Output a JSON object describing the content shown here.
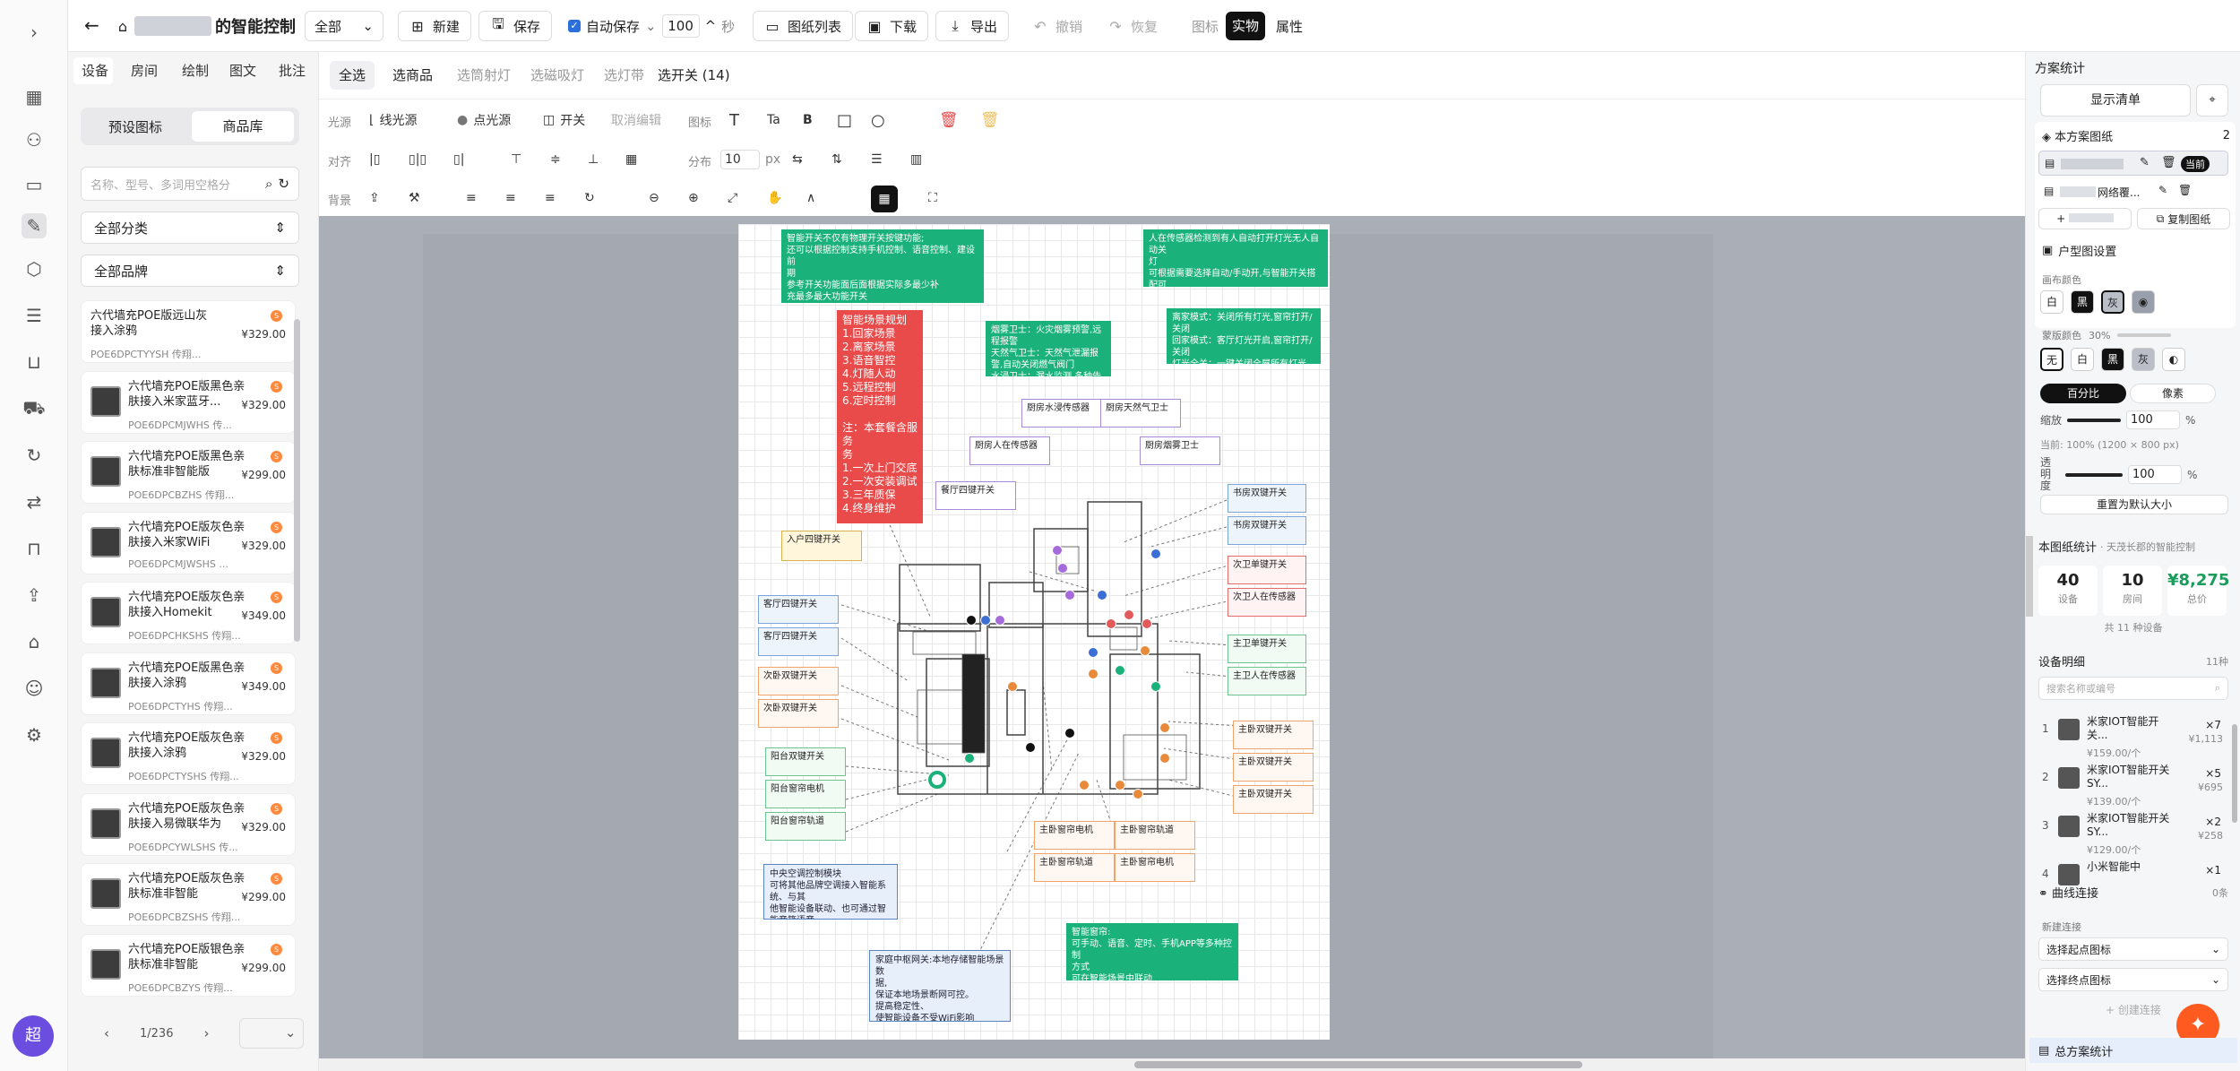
{
  "app": {
    "title_suffix": "的智能控制",
    "scope_select": "全部",
    "interval_value": "100",
    "interval_unit": "秒"
  },
  "toolbar": {
    "new": "新建",
    "save": "保存",
    "autosave": "自动保存",
    "drawing_list": "图纸列表",
    "download": "下载",
    "export": "导出",
    "undo": "撤销",
    "redo": "恢复",
    "mode_icon": "图标",
    "mode_real": "实物",
    "mode_attr": "属性"
  },
  "left": {
    "tabs": [
      "设备",
      "房间",
      "绘制",
      "图文",
      "批注"
    ],
    "subtabs": [
      "预设图标",
      "商品库"
    ],
    "search_placeholder": "名称、型号、多词用空格分",
    "category": "全部分类",
    "brand": "全部品牌",
    "badge": "S",
    "products": [
      {
        "name": "六代墙充POE版远山灰接入涂鸦",
        "code": "POE6DPCTYYSH 传翔...",
        "price": "¥329.00"
      },
      {
        "name": "六代墙充POE版黑色亲肤接入米家蓝牙...",
        "code": "POE6DPCMJWHS 传...",
        "price": "¥329.00"
      },
      {
        "name": "六代墙充POE版黑色亲肤标准非智能版",
        "code": "POE6DPCBZHS 传翔...",
        "price": "¥299.00"
      },
      {
        "name": "六代墙充POE版灰色亲肤接入米家WiFi",
        "code": "POE6DPCMJWSHS ...",
        "price": "¥329.00"
      },
      {
        "name": "六代墙充POE版灰色亲肤接入Homekit",
        "code": "POE6DPCHKSHS 传翔...",
        "price": "¥349.00"
      },
      {
        "name": "六代墙充POE版黑色亲肤接入涂鸦",
        "code": "POE6DPCTYHS 传翔...",
        "price": "¥349.00"
      },
      {
        "name": "六代墙充POE版灰色亲肤接入涂鸦",
        "code": "POE6DPCTYSHS 传翔...",
        "price": "¥329.00"
      },
      {
        "name": "六代墙充POE版灰色亲肤接入易微联华为",
        "code": "POE6DPCYWLSHS 传...",
        "price": "¥329.00"
      },
      {
        "name": "六代墙充POE版灰色亲肤标准非智能",
        "code": "POE6DPCBZSHS 传翔...",
        "price": "¥299.00"
      },
      {
        "name": "六代墙充POE版银色亲肤标准非智能",
        "code": "POE6DPCBZYS 传翔...",
        "price": "¥299.00"
      }
    ],
    "pager": "1/236"
  },
  "center": {
    "select_chips": [
      "全选",
      "选商品",
      "选筒射灯",
      "选磁吸灯",
      "选灯带",
      "选开关 (14)"
    ],
    "row1_label": "光源",
    "row1_tools": [
      "线光源",
      "点光源",
      "开关",
      "取消编辑"
    ],
    "row1_label2": "图标",
    "text_tools": [
      "Ta",
      "B"
    ],
    "row2_label": "对齐",
    "distribute": "分布",
    "distribute_value": "10",
    "distribute_unit": "px",
    "row3_label": "背景"
  },
  "plan": {
    "notes": [
      {
        "text": "智能开关不仅有物理开关按键功能;\n还可以根据控制支持手机控制、语音控制、建设前\n期\n参考开关功能面后面根据实际多最少补\n充最多最大功能开关"
      },
      {
        "text": "智能场景规划\n1.回家场景\n2.离家场景\n3.语音智控\n4.灯随人动\n5.远程控制\n6.定时控制\n\n注：本套餐含服务\n务\n1.一次上门交底\n2.一次安装调试\n3.三年质保\n4.终身维护"
      },
      {
        "text": "烟雾卫士：火灾烟雾预警,远程报警\n天然气卫士：天然气泄漏报警,自动关闭燃气阀门\n水浸卫士：漏水监测,多种告警方式"
      },
      {
        "text": "人在传感器检测到有人自动打开灯光无人自动关\n灯\n可根据需要选择自动/手动开,与智能开关搭配可\n实现人来灯亮人走灯灭"
      },
      {
        "text": "离家模式：关闭所有灯光,窗帘打开/关闭\n回家模式：客厅灯光开启,窗帘打开/关闭\n灯光全关：一键关闭全屋所有灯光\n灯光分控：控制各个区域灯光开关"
      },
      {
        "text": "中央空调控制模块\n可将其他品牌空调接入智能系统、与其\n他智能设备联动、也可通过智能音箱语音\n控制"
      },
      {
        "text": "家庭中枢网关:本地存储智能场景数\n据,\n保证本地场景断网可控。\n提高稳定性、\n使智能设备不受WiFi影响"
      },
      {
        "text": "智能窗帘:\n可手动、语音、定时、手机APP等多种控制\n方式\n可在智能场景中联动"
      }
    ],
    "labels": [
      "厨房水浸传感器",
      "厨房天然气卫士",
      "厨房人在传感器",
      "厨房烟雾卫士",
      "餐厅四键开关",
      "书房双键开关",
      "书房双键开关",
      "入户四键开关",
      "次卫单键开关",
      "次卫人在传感器",
      "客厅四键开关",
      "客厅四键开关",
      "次卧双键开关",
      "次卧双键开关",
      "主卫单键开关",
      "主卫人在传感器",
      "阳台双键开关",
      "阳台窗帘电机",
      "阳台窗帘轨道",
      "主卧双键开关",
      "主卧双键开关",
      "主卧双键开关",
      "主卧窗帘电机",
      "主卧窗帘轨道",
      "主卧窗帘轨道",
      "主卧窗帘电机"
    ]
  },
  "right": {
    "title": "方案统计",
    "show_list": "显示清单",
    "drawings_title": "本方案图纸",
    "drawings_count": "2",
    "drawing2_name": "网络覆...",
    "current_tag": "当前",
    "copy_drawing": "复制图纸",
    "floorplan_title": "户型图设置",
    "canvas_color": "画布颜色",
    "canvas_colors": [
      "白",
      "黑",
      "灰"
    ],
    "mask_color": "蒙版颜色",
    "mask_percent": "30%",
    "mask_colors": [
      "无",
      "白",
      "黑",
      "灰"
    ],
    "unit_percent": "百分比",
    "unit_pixel": "像素",
    "scale_label": "缩放",
    "scale_value": "100",
    "scale_unit": "%",
    "current_size": "当前: 100% (1200 × 800 px)",
    "opacity_label": "透明度",
    "opacity_value": "100",
    "reset": "重置为默认大小",
    "stats_title": "本图纸统计",
    "stats_sub": "天茂长郡的智能控制",
    "stats": [
      {
        "value": "40",
        "label": "设备"
      },
      {
        "value": "10",
        "label": "房间"
      },
      {
        "value": "¥8,275",
        "label": "总价"
      }
    ],
    "kinds": "共 11 种设备",
    "detail_title": "设备明细",
    "detail_count": "11种",
    "detail_search": "搜索名称或编号",
    "devices": [
      {
        "no": "1",
        "name": "米家IOT智能开关...",
        "unit": "¥159.00/个",
        "qty": "×7",
        "total": "¥1,113"
      },
      {
        "no": "2",
        "name": "米家IOT智能开关SY...",
        "unit": "¥139.00/个",
        "qty": "×5",
        "total": "¥695"
      },
      {
        "no": "3",
        "name": "米家IOT智能开关SY...",
        "unit": "¥129.00/个",
        "qty": "×2",
        "total": "¥258"
      },
      {
        "no": "4",
        "name": "小米智能中",
        "unit": "",
        "qty": "×1",
        "total": ""
      }
    ],
    "curve_title": "曲线连接",
    "curve_count": "0条",
    "new_conn": "新建连接",
    "start_select": "选择起点图标",
    "end_select": "选择终点图标",
    "create_conn": "创建连接",
    "total_stats": "总方案统计"
  },
  "colors": {
    "green": "#1ab27a",
    "red": "#e94b4b",
    "accent": "#2a6fdb",
    "ai": "#ff5a1f",
    "avatar": "#6b4de0"
  }
}
